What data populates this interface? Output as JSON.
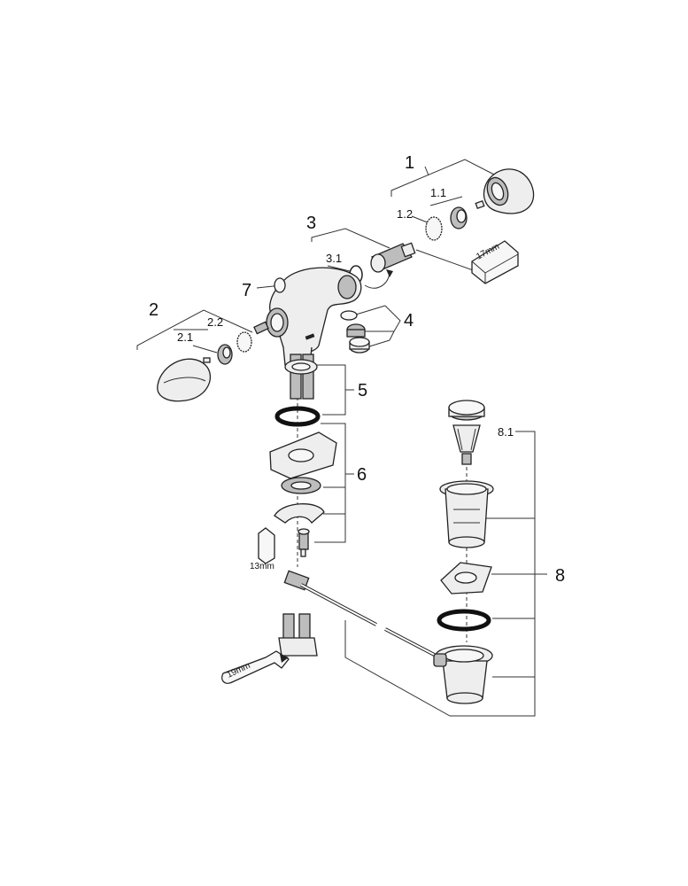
{
  "labels": {
    "p1": "1",
    "p1_1": "1.1",
    "p1_2": "1.2",
    "p2": "2",
    "p2_1": "2.1",
    "p2_2": "2.2",
    "p3": "3",
    "p3_1": "3.1",
    "p4": "4",
    "p5": "5",
    "p6": "6",
    "p7": "7",
    "p8": "8",
    "p8_1": "8.1"
  },
  "tools": {
    "wrench_17": "17mm",
    "wrench_13": "13mm",
    "wrench_19": "19mm"
  },
  "colors": {
    "line": "#333333",
    "part_fill": "#eeeeee",
    "part_dark": "#bdbdbd",
    "background": "#ffffff"
  }
}
